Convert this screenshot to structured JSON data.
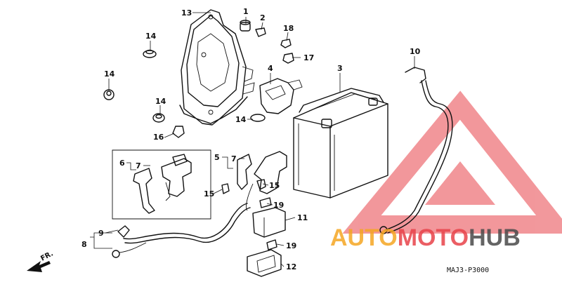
{
  "diagram": {
    "callouts": {
      "c1": "1",
      "c2": "2",
      "c3": "3",
      "c4": "4",
      "c5": "5",
      "c6": "6",
      "c7a": "7",
      "c7b": "7",
      "c8": "8",
      "c9": "9",
      "c10": "10",
      "c11": "11",
      "c12": "12",
      "c13": "13",
      "c14a": "14",
      "c14b": "14",
      "c14c": "14",
      "c14d": "14",
      "c15a": "15",
      "c15b": "15",
      "c16": "16",
      "c17": "17",
      "c18": "18",
      "c19a": "19",
      "c19b": "19"
    },
    "front_label": "FR.",
    "diagram_code": "MAJ3-P3000"
  },
  "watermark": {
    "text_auto": "AUTO",
    "text_moto": "MOTO",
    "text_hub": "HUB",
    "colors": {
      "orange": "#f5a623",
      "red": "#e8434a",
      "dark": "#4a4a4a"
    }
  }
}
